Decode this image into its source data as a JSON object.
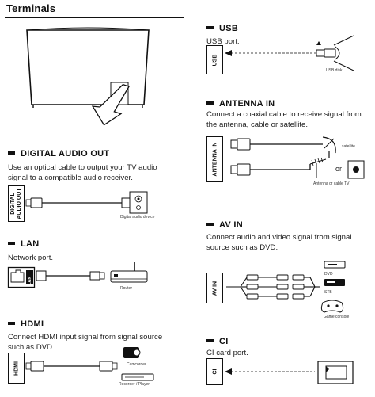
{
  "page": {
    "title": "Terminals"
  },
  "sections": {
    "digital_audio_out": {
      "title": "DIGITAL AUDIO OUT",
      "desc": "Use an optical cable to output your TV audio signal to a compatible audio receiver.",
      "port_label": [
        "DIGITAL",
        "AUDIO OUT"
      ],
      "device_caption": "Digital audio device"
    },
    "lan": {
      "title": "LAN",
      "desc": "Network port.",
      "port_label": "LAN",
      "device_caption": "Router"
    },
    "hdmi": {
      "title": "HDMI",
      "desc": "Connect HDMI input signal from signal source such as DVD.",
      "port_label": "HDMI",
      "device_caption_1": "Camcorder",
      "device_caption_2": "Recorder / Player"
    },
    "usb": {
      "title": "USB",
      "desc": "USB port.",
      "port_label": "USB",
      "device_caption": "USB disk"
    },
    "antenna_in": {
      "title": "ANTENNA IN",
      "desc": "Connect a coaxial cable to receive signal from the antenna, cable or satellite.",
      "port_label": "ANTENNA IN",
      "satellite_caption": "satellite",
      "or_text": "or",
      "antenna_caption": "Antenna or cable TV"
    },
    "av_in": {
      "title": "AV IN",
      "desc": "Connect audio and video signal from signal source such as DVD.",
      "port_label": "AV IN",
      "dvd_caption": "DVD",
      "stb_caption": "STB",
      "console_caption": "Game console"
    },
    "ci": {
      "title": "CI",
      "desc": "CI card port.",
      "port_label": "CI"
    }
  }
}
